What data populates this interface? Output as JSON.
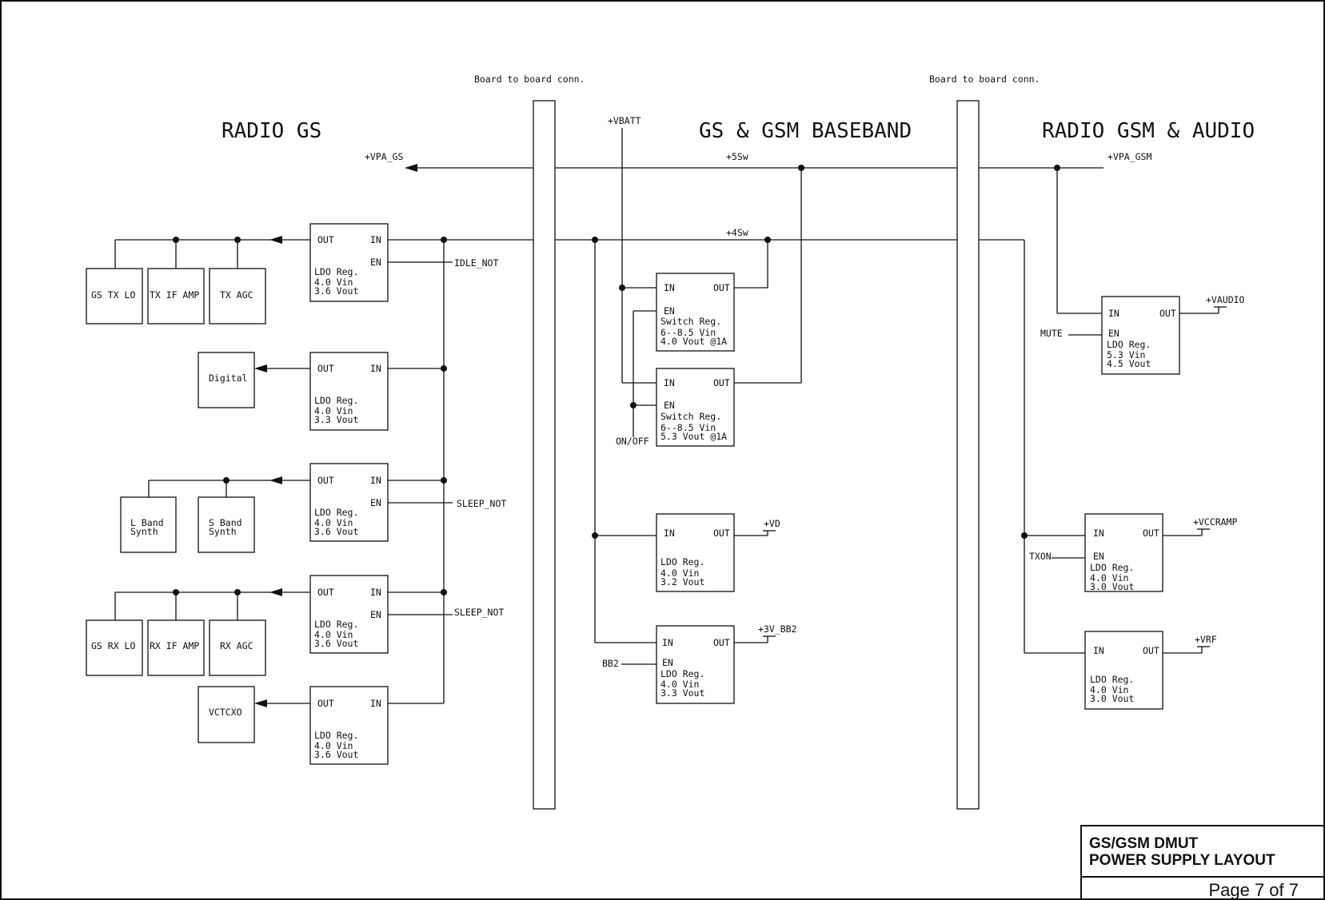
{
  "sections": {
    "radio_gs": "RADIO GS",
    "baseband": "GS & GSM BASEBAND",
    "radio_gsm": "RADIO GSM & AUDIO"
  },
  "connectors": {
    "left": "Board to board conn.",
    "right": "Board to board conn."
  },
  "rails": {
    "vpa_gs": "+VPA_GS",
    "vbatt": "+VBATT",
    "v5sw": "+5Sw",
    "v4sw": "+4Sw",
    "vpa_gsm": "+VPA_GSM"
  },
  "signals": {
    "idle_not": "IDLE_NOT",
    "sleep_not_1": "SLEEP_NOT",
    "sleep_not_2": "SLEEP_NOT",
    "on_off": "ON/OFF",
    "bb2": "BB2",
    "mute": "MUTE",
    "txon": "TXON"
  },
  "outputs": {
    "vd": "+VD",
    "v3_bb2": "+3V_BB2",
    "vaudio": "+VAUDIO",
    "vccramp": "+VCCRAMP",
    "vrf": "+VRF"
  },
  "loads": {
    "gs_tx_lo": "GS TX LO",
    "tx_if_amp": "TX IF AMP",
    "tx_agc": "TX AGC",
    "digital": "Digital",
    "l_band_1": "L Band",
    "l_band_2": "Synth",
    "s_band_1": "S Band",
    "s_band_2": "Synth",
    "gs_rx_lo": "GS RX LO",
    "rx_if_amp": "RX IF AMP",
    "rx_agc": "RX AGC",
    "vctcxo": "VCTCXO"
  },
  "regulators": {
    "r1": {
      "pin_a": "OUT",
      "pin_b": "IN",
      "en": "EN",
      "l1": "LDO Reg.",
      "l2": "4.0 Vin",
      "l3": "3.6 Vout"
    },
    "r2": {
      "pin_a": "OUT",
      "pin_b": "IN",
      "l1": "LDO Reg.",
      "l2": "4.0 Vin",
      "l3": "3.3 Vout"
    },
    "r3": {
      "pin_a": "OUT",
      "pin_b": "IN",
      "en": "EN",
      "l1": "LDO Reg.",
      "l2": "4.0 Vin",
      "l3": "3.6 Vout"
    },
    "r4": {
      "pin_a": "OUT",
      "pin_b": "IN",
      "en": "EN",
      "l1": "LDO Reg.",
      "l2": "4.0 Vin",
      "l3": "3.6 Vout"
    },
    "r5": {
      "pin_a": "OUT",
      "pin_b": "IN",
      "l1": "LDO Reg.",
      "l2": "4.0 Vin",
      "l3": "3.6 Vout"
    },
    "s1": {
      "pin_a": "IN",
      "pin_b": "OUT",
      "en": "EN",
      "l1": "Switch Reg.",
      "l2": "6--8.5 Vin",
      "l3": "4.0 Vout @1A"
    },
    "s2": {
      "pin_a": "IN",
      "pin_b": "OUT",
      "en": "EN",
      "l1": "Switch Reg.",
      "l2": "6--8.5 Vin",
      "l3": "5.3 Vout @1A"
    },
    "b1": {
      "pin_a": "IN",
      "pin_b": "OUT",
      "l1": "LDO Reg.",
      "l2": "4.0 Vin",
      "l3": "3.2 Vout"
    },
    "b2": {
      "pin_a": "IN",
      "pin_b": "OUT",
      "en": "EN",
      "l1": "LDO Reg.",
      "l2": "4.0 Vin",
      "l3": "3.3 Vout"
    },
    "g1": {
      "pin_a": "IN",
      "pin_b": "OUT",
      "en": "EN",
      "l1": "LDO Reg.",
      "l2": "5.3 Vin",
      "l3": "4.5 Vout"
    },
    "g2": {
      "pin_a": "IN",
      "pin_b": "OUT",
      "en": "EN",
      "l1": "LDO Reg.",
      "l2": "4.0 Vin",
      "l3": "3.0 Vout"
    },
    "g3": {
      "pin_a": "IN",
      "pin_b": "OUT",
      "l1": "LDO Reg.",
      "l2": "4.0 Vin",
      "l3": "3.0 Vout"
    }
  },
  "title_block": {
    "line1": "GS/GSM DMUT",
    "line2": "POWER SUPPLY LAYOUT",
    "page": "Page 7 of 7"
  }
}
